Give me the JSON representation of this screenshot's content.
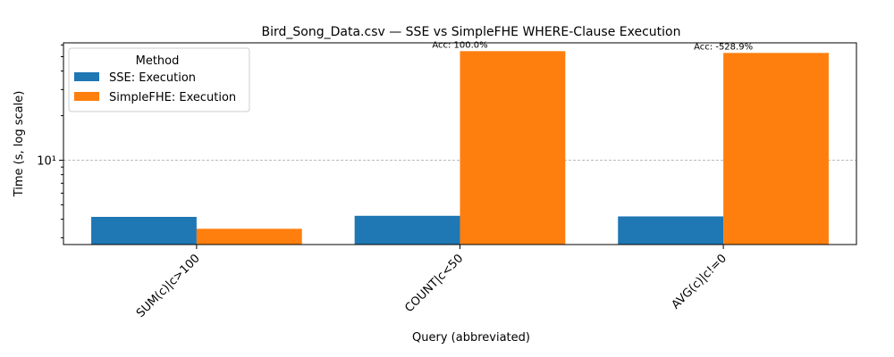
{
  "chart_data": {
    "type": "bar",
    "title": "Bird_Song_Data.csv — SSE vs SimpleFHE WHERE-Clause Execution",
    "xlabel": "Query (abbreviated)",
    "ylabel": "Time (s, log scale)",
    "yscale": "log",
    "ylim": [
      2.7,
      62
    ],
    "y_ticks": [
      10
    ],
    "y_tick_labels": [
      "10¹"
    ],
    "grid": "y-major, dashed",
    "categories": [
      "SUM(c)|c>100",
      "COUNT|c<50",
      "AVG(c)|c!=0"
    ],
    "series": [
      {
        "name": "SSE: Execution",
        "color": "#1f77b4",
        "values": [
          4.15,
          4.22,
          4.18
        ]
      },
      {
        "name": "SimpleFHE: Execution",
        "color": "#ff7f0e",
        "values": [
          3.45,
          54.5,
          53.0
        ]
      }
    ],
    "annotations": [
      {
        "category_index": 1,
        "text": "Acc: 100.0%"
      },
      {
        "category_index": 2,
        "text": "Acc: -528.9%"
      }
    ],
    "legend": {
      "title": "Method",
      "placement": "top-left"
    }
  }
}
